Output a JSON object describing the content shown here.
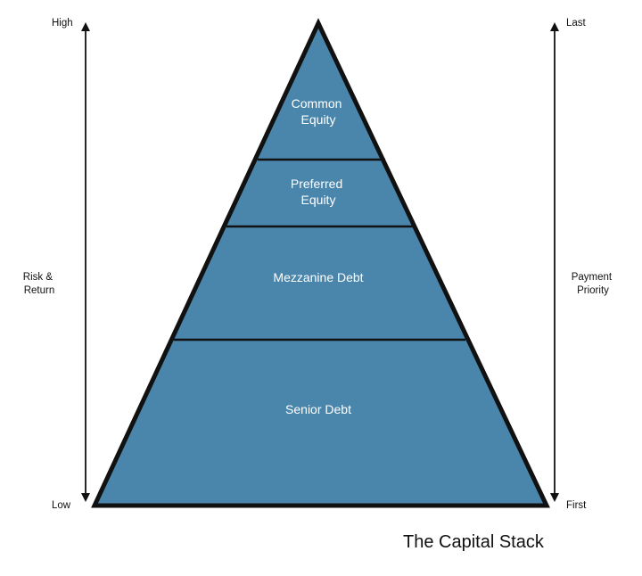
{
  "diagram": {
    "caption": "The Capital Stack",
    "fill_color": "#4a86ab",
    "outline_color": "#111111",
    "layers": [
      {
        "label_line1": "Common",
        "label_line2": "Equity"
      },
      {
        "label_line1": "Preferred",
        "label_line2": "Equity"
      },
      {
        "label_line1": "Mezzanine Debt",
        "label_line2": ""
      },
      {
        "label_line1": "Senior Debt",
        "label_line2": ""
      }
    ],
    "left_axis": {
      "top_label": "High",
      "bottom_label": "Low",
      "middle_line1": "Risk &",
      "middle_line2": "Return"
    },
    "right_axis": {
      "top_label": "Last",
      "bottom_label": "First",
      "middle_line1": "Payment",
      "middle_line2": "Priority"
    }
  }
}
